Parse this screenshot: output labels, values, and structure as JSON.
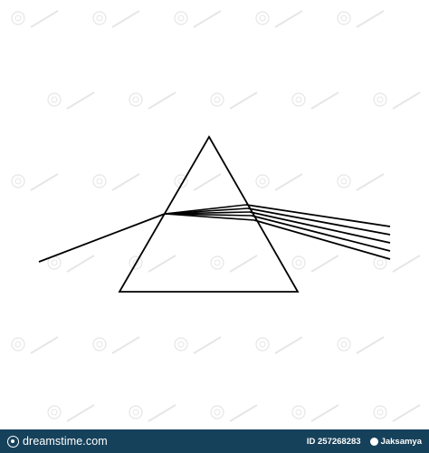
{
  "colors": {
    "background": "#ffffff",
    "line": "#000000",
    "footer_bg": "#16415b",
    "footer_text": "#ffffff",
    "watermark": "#e6e6e6"
  },
  "illustration": {
    "subject": "prism-light-dispersion-icon",
    "refracted_beams": 5
  },
  "footer": {
    "logo_text": "dreamstime.com",
    "image_id": "ID 257268283",
    "author": "Jaksamya"
  }
}
